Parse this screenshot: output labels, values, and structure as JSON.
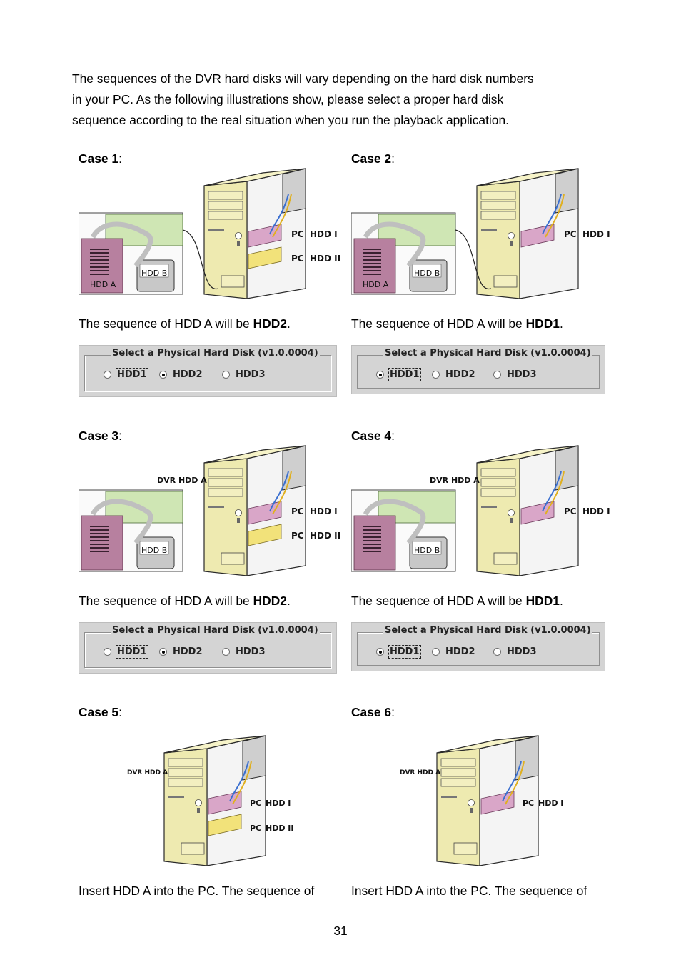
{
  "intro": {
    "line1": "The sequences of the DVR hard disks will vary depending on the hard disk numbers",
    "line2": "in your PC. As the following illustrations show, please select a proper hard disk",
    "line3": "sequence according to the real situation when you run the playback application."
  },
  "cases": [
    {
      "title": "Case 1",
      "seq_prefix": "The sequence of HDD A will be ",
      "seq_value": "HDD2",
      "labels": {
        "dvr": "",
        "pc1": "PC",
        "hdd1": "HDD I",
        "pc2": "PC",
        "hdd2": "HDD II",
        "hdd_a": "HDD A",
        "hdd_b": "HDD B"
      }
    },
    {
      "title": "Case 2",
      "seq_prefix": "The sequence of HDD A will be ",
      "seq_value": "HDD1",
      "labels": {
        "dvr": "",
        "pc1": "PC",
        "hdd1": "HDD I",
        "pc2": "",
        "hdd2": "",
        "hdd_a": "HDD A",
        "hdd_b": "HDD B"
      }
    },
    {
      "title": "Case 3",
      "seq_prefix": "The sequence of HDD A will be ",
      "seq_value": "HDD2",
      "labels": {
        "dvr": "DVR HDD A",
        "pc1": "PC",
        "hdd1": "HDD I",
        "pc2": "PC",
        "hdd2": "HDD II",
        "hdd_a": "",
        "hdd_b": "HDD B"
      }
    },
    {
      "title": "Case 4",
      "seq_prefix": "The sequence of HDD A will be ",
      "seq_value": "HDD1",
      "labels": {
        "dvr": "DVR HDD A",
        "pc1": "PC",
        "hdd1": "HDD I",
        "pc2": "",
        "hdd2": "",
        "hdd_a": "",
        "hdd_b": "HDD B"
      }
    },
    {
      "title": "Case 5",
      "seq_prefix": "Insert HDD A into the PC. The sequence of",
      "seq_value": "",
      "labels": {
        "dvr": "DVR HDD A",
        "pc1": "PC",
        "hdd1": "HDD I",
        "pc2": "PC",
        "hdd2": "HDD II",
        "hdd_a": "",
        "hdd_b": ""
      }
    },
    {
      "title": "Case 6",
      "seq_prefix": "Insert HDD A into the PC. The sequence of",
      "seq_value": "",
      "labels": {
        "dvr": "DVR HDD A",
        "pc1": "PC",
        "hdd1": "HDD I",
        "pc2": "",
        "hdd2": "",
        "hdd_a": "",
        "hdd_b": ""
      }
    }
  ],
  "dialog": {
    "legend": "Select a Physical Hard Disk (v1.0.0004)",
    "options": [
      "HDD1",
      "HDD2",
      "HDD3"
    ]
  },
  "dialog_states": [
    {
      "selected": "HDD2"
    },
    {
      "selected": "HDD1"
    },
    {
      "selected": "HDD2"
    },
    {
      "selected": "HDD1"
    }
  ],
  "page_number": "31",
  "colors": {
    "case_beige": "#eeeab0",
    "case_outline": "#2a2a2a",
    "board_green": "#cfe6b4",
    "hdd_pink": "#d9a6c8",
    "hdd_yellow": "#f2e27a",
    "dvr_purple": "#b7809f",
    "cable_blue": "#3a6fd0"
  }
}
